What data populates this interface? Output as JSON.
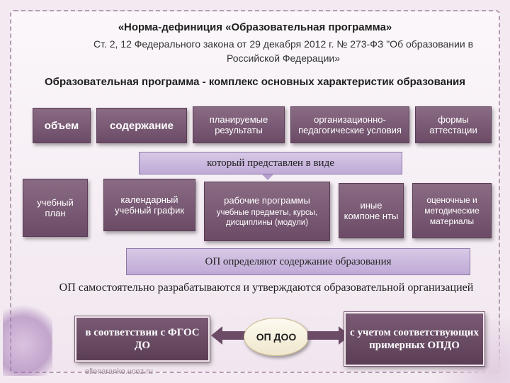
{
  "title": "«Норма-дефиниция «Образовательная программа»",
  "subtitle": "Ст. 2, 12 Федерального закона от 29 декабря 2012 г. № 273-ФЗ \"Об образовании в Российской Федерации»",
  "heading": "Образовательная программа - комплекс основных характеристик образования",
  "characteristics": [
    "объем",
    "содержание",
    "планируемые результаты",
    "организационно-педагогические условия",
    "формы аттестации"
  ],
  "represented_label": "который представлен в виде",
  "components": {
    "plan": "учебный план",
    "calendar": "календарный учебный график",
    "work_programs_title": "рабочие программы",
    "work_programs_sub": "учебные предметы, курсы, дисциплины (модули)",
    "other": "иные компоне нты",
    "materials": "оценочные и методические материалы"
  },
  "op_defines": "ОП определяют содержание образования",
  "developed_line": "ОП самостоятельно разрабатываются и утверждаются образовательной организацией",
  "bottom": {
    "left": "в соответствии с ФГОС ДО",
    "center": "ОП ДОО",
    "right": "с учетом соответствующих примерных ОПДО"
  },
  "watermark": "ellonaranko.ucoz.ru"
}
